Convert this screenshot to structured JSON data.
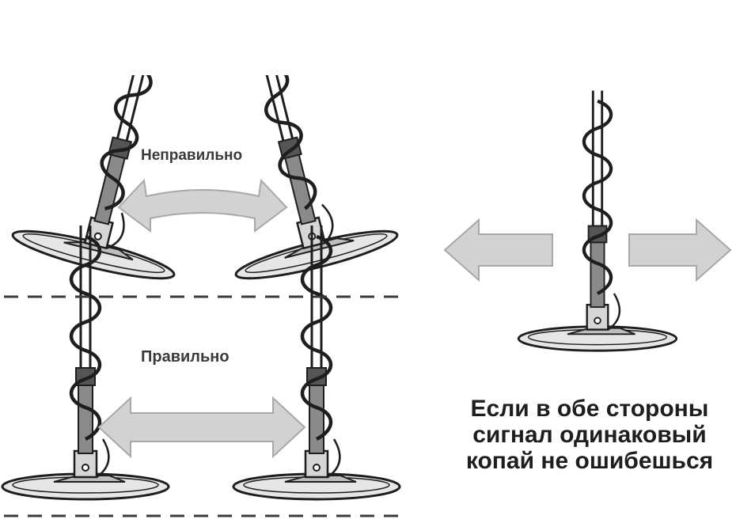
{
  "labels": {
    "wrong": "Неправильно",
    "right": "Правильно"
  },
  "caption": {
    "line1": "Если в обе стороны",
    "line2": "сигнал одинаковый",
    "line3": "копай не ошибешься"
  },
  "colors": {
    "ink": "#1e1e1e",
    "arrow_fill": "#d2d2d2",
    "arrow_stroke": "#a8a8a8",
    "coil_fill": "#e6e6e6"
  }
}
